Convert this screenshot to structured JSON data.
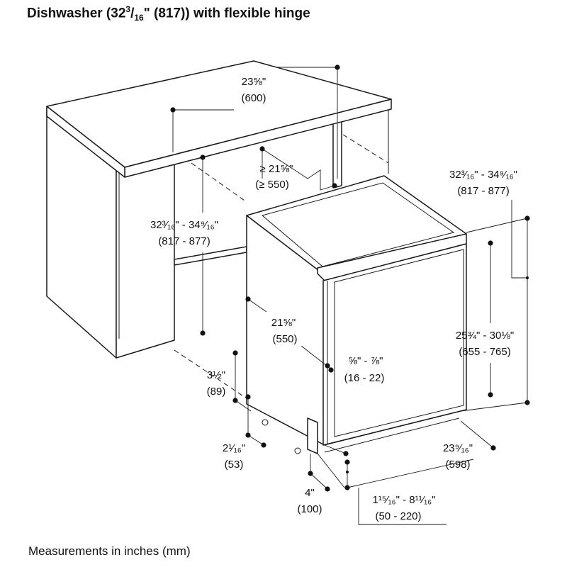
{
  "title": {
    "prefix": "Dishwasher (32",
    "frac_num": "3",
    "frac_sep": "/",
    "frac_den": "16",
    "suffix": "\" (817)) with flexible hinge"
  },
  "dimensions": {
    "top_width": {
      "inch": "23⅝\"",
      "mm": "(600)"
    },
    "niche_depth": {
      "inch": "≥ 21⅝\"",
      "mm": "(≥ 550)"
    },
    "niche_height": {
      "inch": "32³⁄₁₆\" - 34⁹⁄₁₆\"",
      "mm": "(817 - 877)"
    },
    "appliance_height": {
      "inch": "32³⁄₁₆\" - 34⁹⁄₁₆\"",
      "mm": "(817 - 877)"
    },
    "appliance_depth": {
      "inch": "21⅝\"",
      "mm": "(550)"
    },
    "door_height": {
      "inch": "25¾\" - 30⅛\"",
      "mm": "(655 - 765)"
    },
    "door_gap": {
      "inch": "⅝\" - ⅞\"",
      "mm": "(16 - 22)"
    },
    "toe_height": {
      "inch": "3½\"",
      "mm": "(89)"
    },
    "foot_height": {
      "inch": "2¹⁄₁₆\"",
      "mm": "(53)"
    },
    "appliance_width": {
      "inch": "23⁹⁄₁₆\"",
      "mm": "(598)"
    },
    "plinth_depth": {
      "inch": "4\"",
      "mm": "(100)"
    },
    "plinth_adjust": {
      "inch": "1¹⁵⁄₁₆\" - 8¹¹⁄₁₆\"",
      "mm": "(50 - 220)"
    }
  },
  "footer": "Measurements in inches (mm)"
}
